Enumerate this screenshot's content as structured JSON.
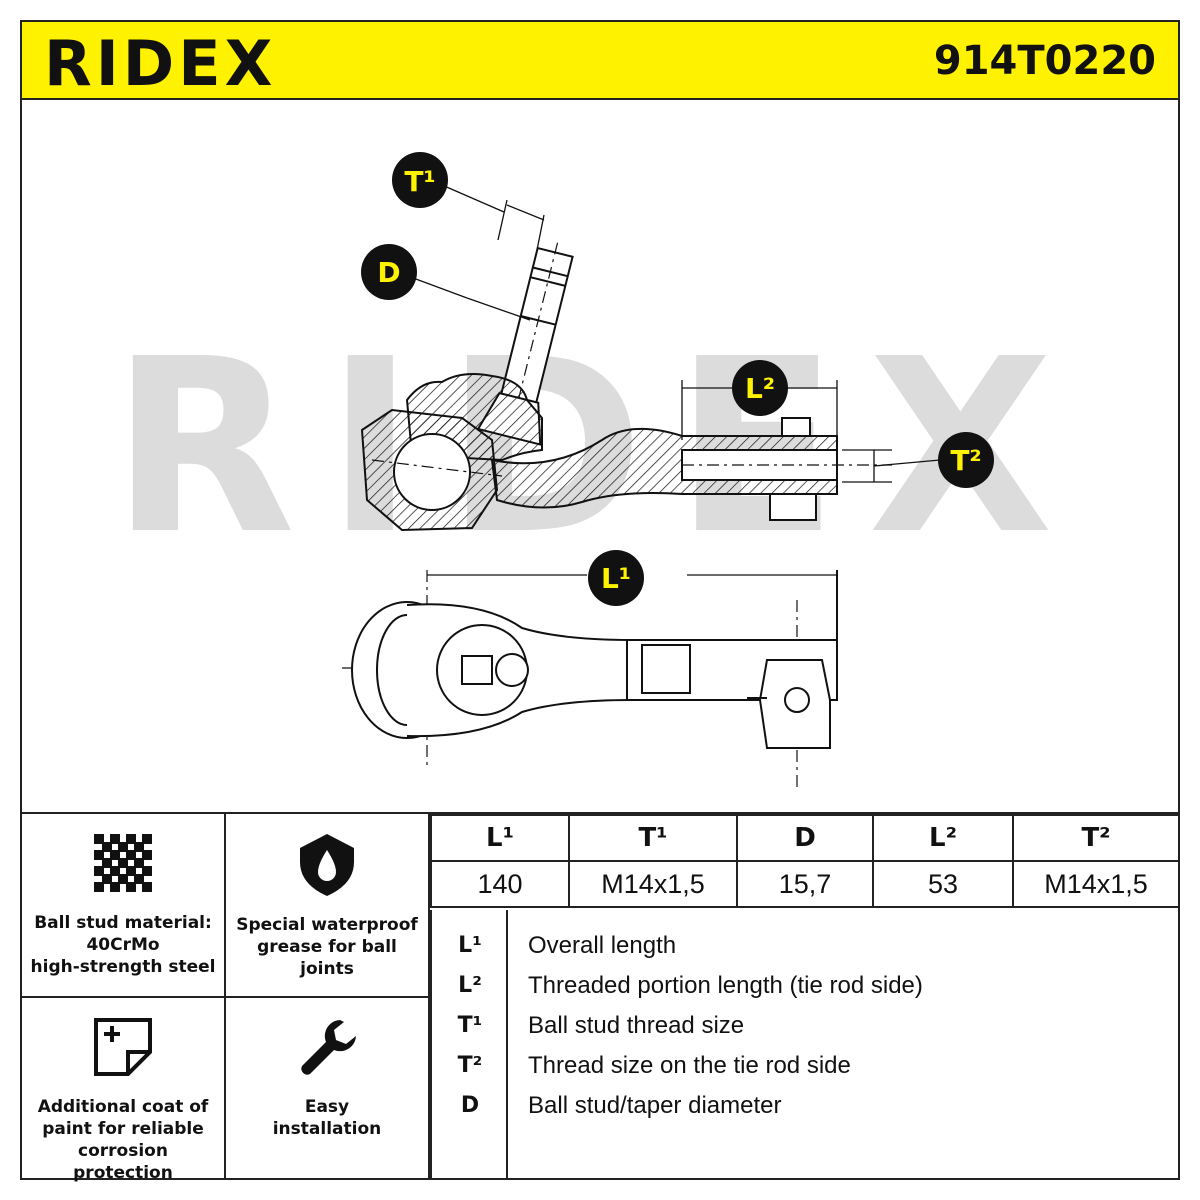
{
  "header": {
    "brand": "RIDEX",
    "part_number": "914T0220"
  },
  "colors": {
    "accent": "#fff200",
    "line": "#111111",
    "watermark": "#d9d9d9"
  },
  "drawing": {
    "watermark": "RIDEX",
    "callouts": {
      "t1": "T¹",
      "d": "D",
      "l2": "L²",
      "t2": "T²",
      "l1": "L¹"
    }
  },
  "features": [
    {
      "icon": "grid-pattern-icon",
      "text": [
        "Ball stud material:",
        "40CrMo",
        "high-strength steel"
      ]
    },
    {
      "icon": "grease-drop-icon",
      "text": [
        "Special waterproof",
        "grease for ball",
        "joints"
      ]
    },
    {
      "icon": "paint-coat-icon",
      "text": [
        "Additional coat of",
        "paint for reliable",
        "corrosion protection"
      ]
    },
    {
      "icon": "wrench-icon",
      "text": [
        "Easy",
        "installation"
      ]
    }
  ],
  "spec_table": {
    "headers": [
      "L¹",
      "T¹",
      "D",
      "L²",
      "T²"
    ],
    "values": [
      "140",
      "M14x1,5",
      "15,7",
      "53",
      "M14x1,5"
    ]
  },
  "legend": [
    {
      "symbol": "L¹",
      "description": "Overall length"
    },
    {
      "symbol": "L²",
      "description": "Threaded portion length (tie rod side)"
    },
    {
      "symbol": "T¹",
      "description": "Ball stud thread size"
    },
    {
      "symbol": "T²",
      "description": "Thread size on the tie rod side"
    },
    {
      "symbol": "D",
      "description": "Ball stud/taper diameter"
    }
  ]
}
